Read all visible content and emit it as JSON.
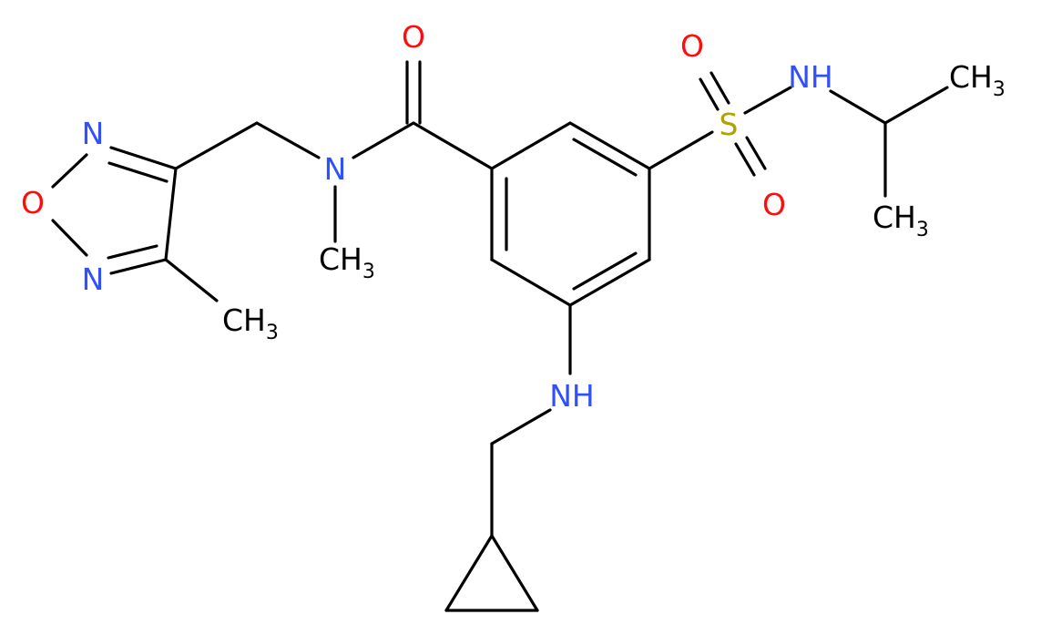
{
  "molecule": {
    "atom_labels": {
      "carbonyl_o": "O",
      "amide_n": "N",
      "amide_methyl": "CH3",
      "sulfonyl_o_top": "O",
      "sulfur": "S",
      "sulfonyl_o_bottom": "O",
      "sulfonamide_nh": "NH",
      "isopropyl_ch3_top": "CH3",
      "isopropyl_ch3_bottom": "CH3",
      "aniline_nh": "NH",
      "ring_n_top": "N",
      "ring_o": "O",
      "ring_n_bottom": "N",
      "furazan_methyl": "CH3"
    },
    "colors": {
      "oxygen": "#ff0d0d",
      "nitrogen": "#3050f8",
      "sulfur": "#b2a200",
      "carbon": "#000000",
      "background": "#ffffff"
    }
  }
}
